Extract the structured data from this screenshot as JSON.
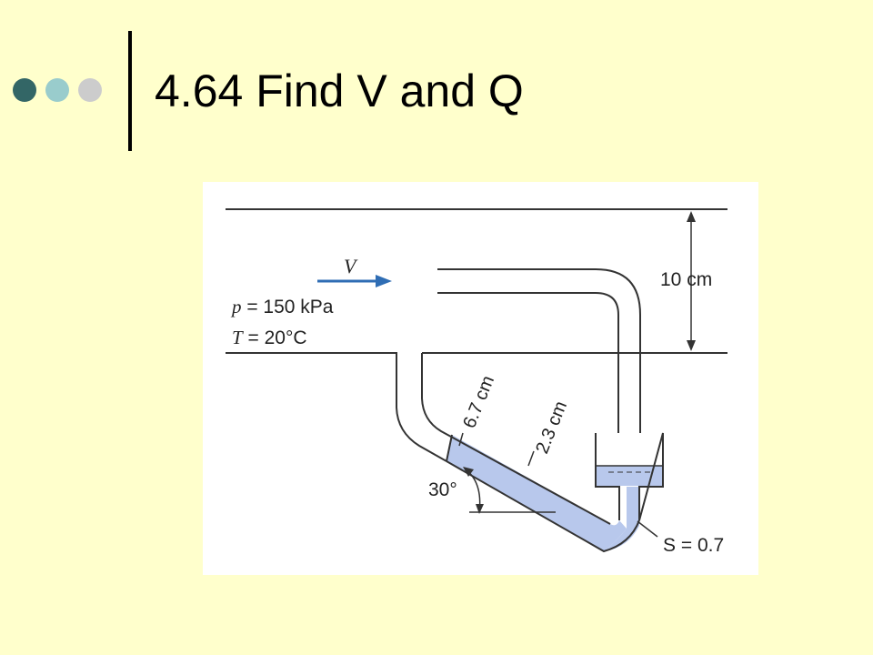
{
  "slide": {
    "title": "4.64 Find V and Q",
    "bullet_colors": [
      "#336666",
      "#99cccc",
      "#cccccc"
    ]
  },
  "figure": {
    "velocity_label": "V",
    "pressure_var": "p",
    "pressure_value": " = 150 kPa",
    "temperature_var": "T",
    "temperature_value": " = 20°C",
    "height_label": "10 cm",
    "dim_a_label": "6.7 cm",
    "dim_b_label": "2.3 cm",
    "angle_label": "30°",
    "specific_gravity_label": "S = 0.7",
    "colors": {
      "fluid": "#b8c8ec",
      "arrow": "#2f6db4",
      "line": "#333333"
    }
  }
}
